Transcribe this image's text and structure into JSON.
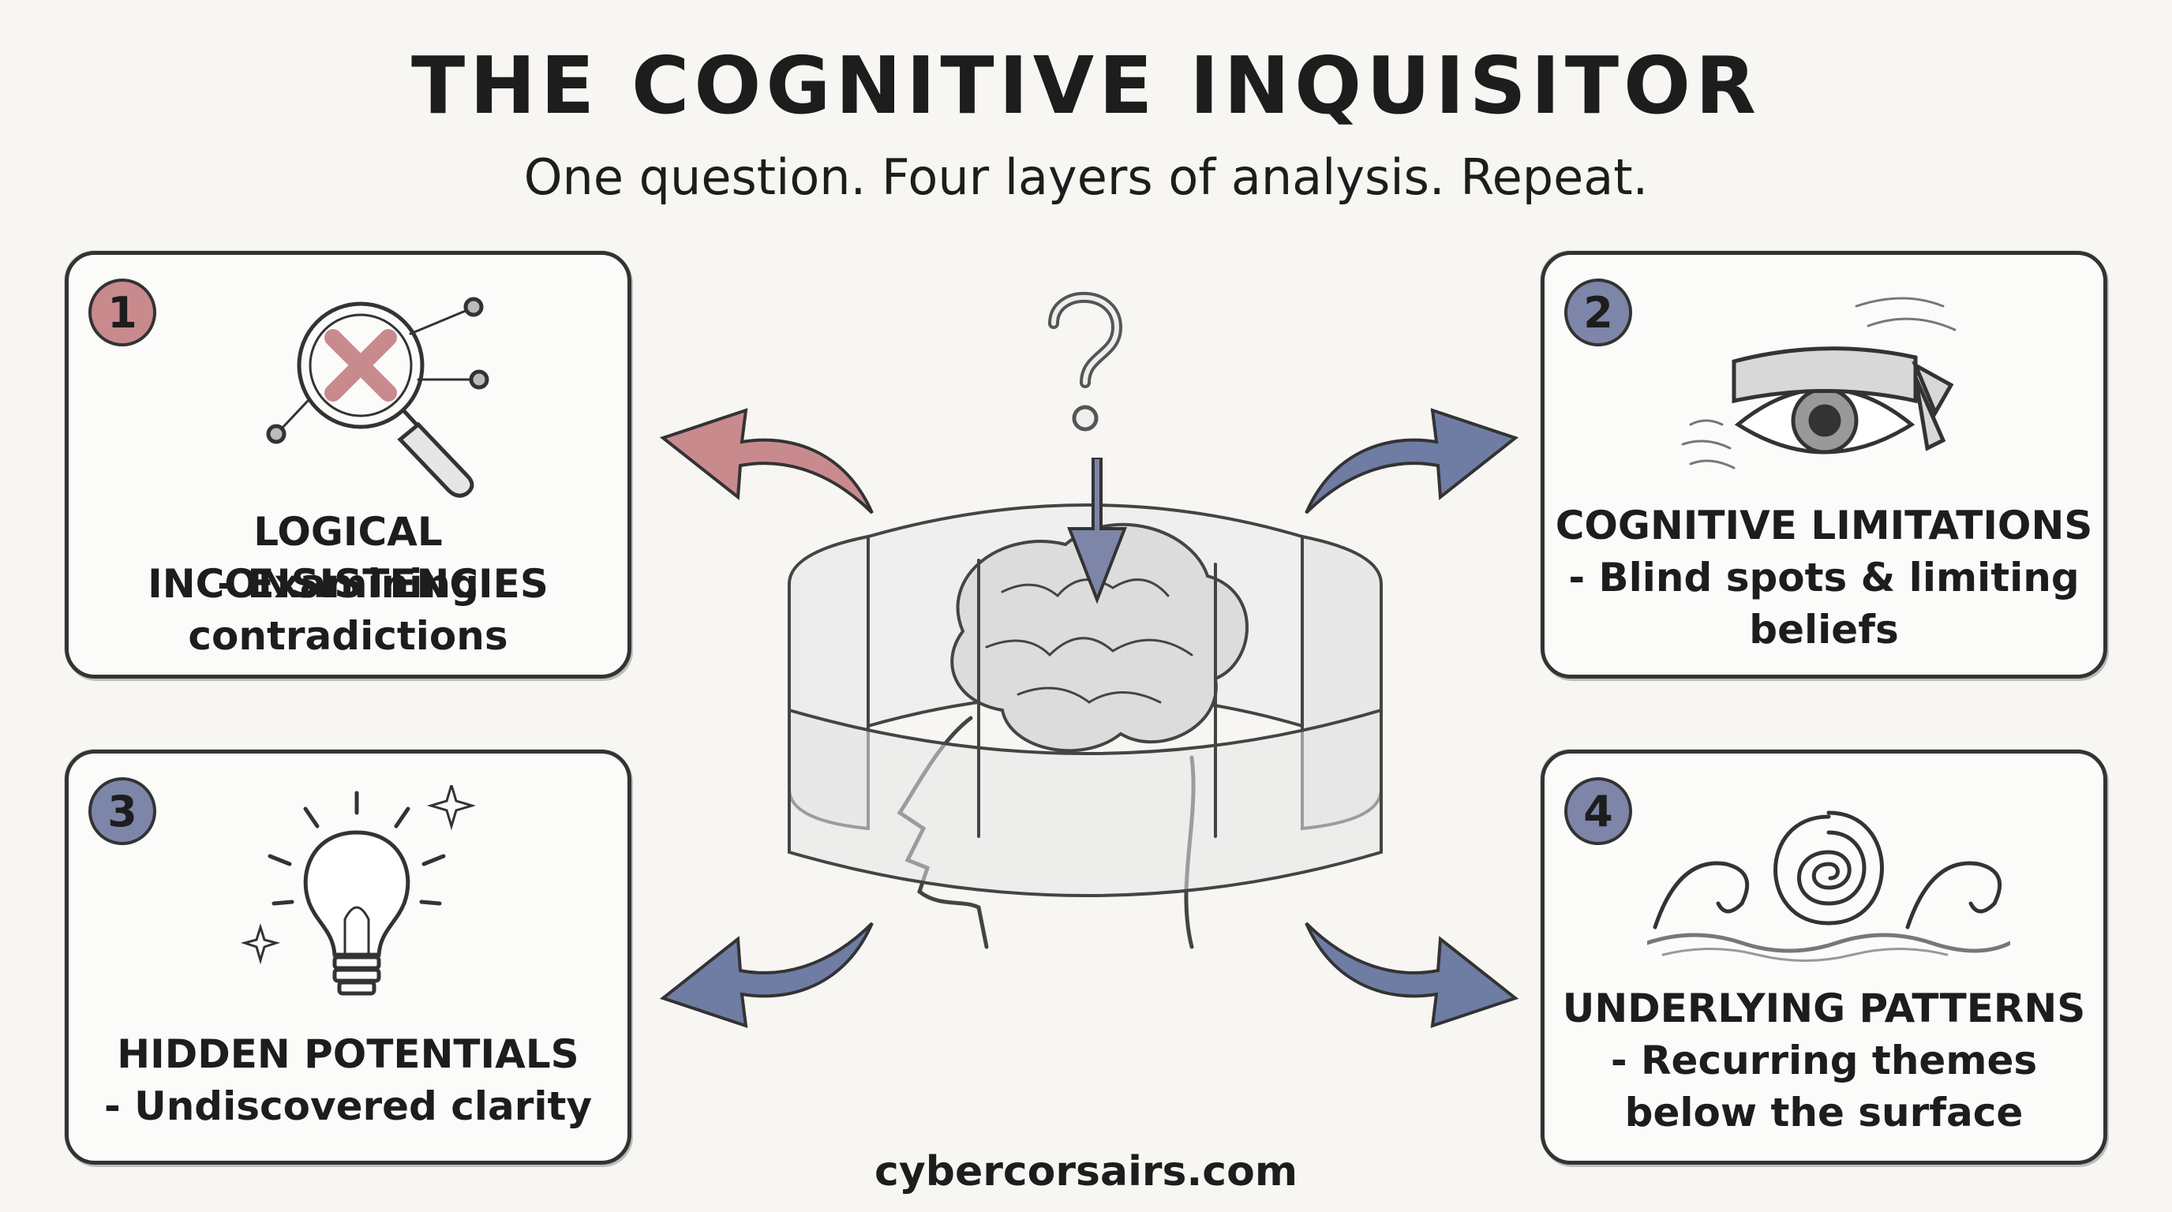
{
  "header": {
    "title": "THE COGNITIVE INQUISITOR",
    "subtitle": "One question. Four layers of analysis. Repeat."
  },
  "cards": [
    {
      "number": "1",
      "title": "LOGICAL INCONSISTENCIES",
      "description": "- Examining contradictions",
      "icon": "magnifier-x-icon",
      "color": "#c98a8e"
    },
    {
      "number": "2",
      "title": "COGNITIVE LIMITATIONS",
      "description": "- Blind spots & limiting",
      "description2": "beliefs",
      "icon": "blindfolded-eye-icon",
      "color": "#7d86a8"
    },
    {
      "number": "3",
      "title": "HIDDEN POTENTIALS",
      "description": "- Undiscovered clarity",
      "icon": "lightbulb-icon",
      "color": "#7d86a8"
    },
    {
      "number": "4",
      "title": "UNDERLYING PATTERNS",
      "description": "- Recurring themes",
      "description2": "below the surface",
      "icon": "spiral-waves-icon",
      "color": "#7d86a8"
    }
  ],
  "center": {
    "icon": "head-brain-layers-icon",
    "question_icon": "question-mark-icon"
  },
  "colors": {
    "red_arrow": "#c98a8e",
    "blue_arrow": "#6f7ca3",
    "outline": "#333333"
  },
  "footer": {
    "url": "cybercorsairs.com"
  }
}
